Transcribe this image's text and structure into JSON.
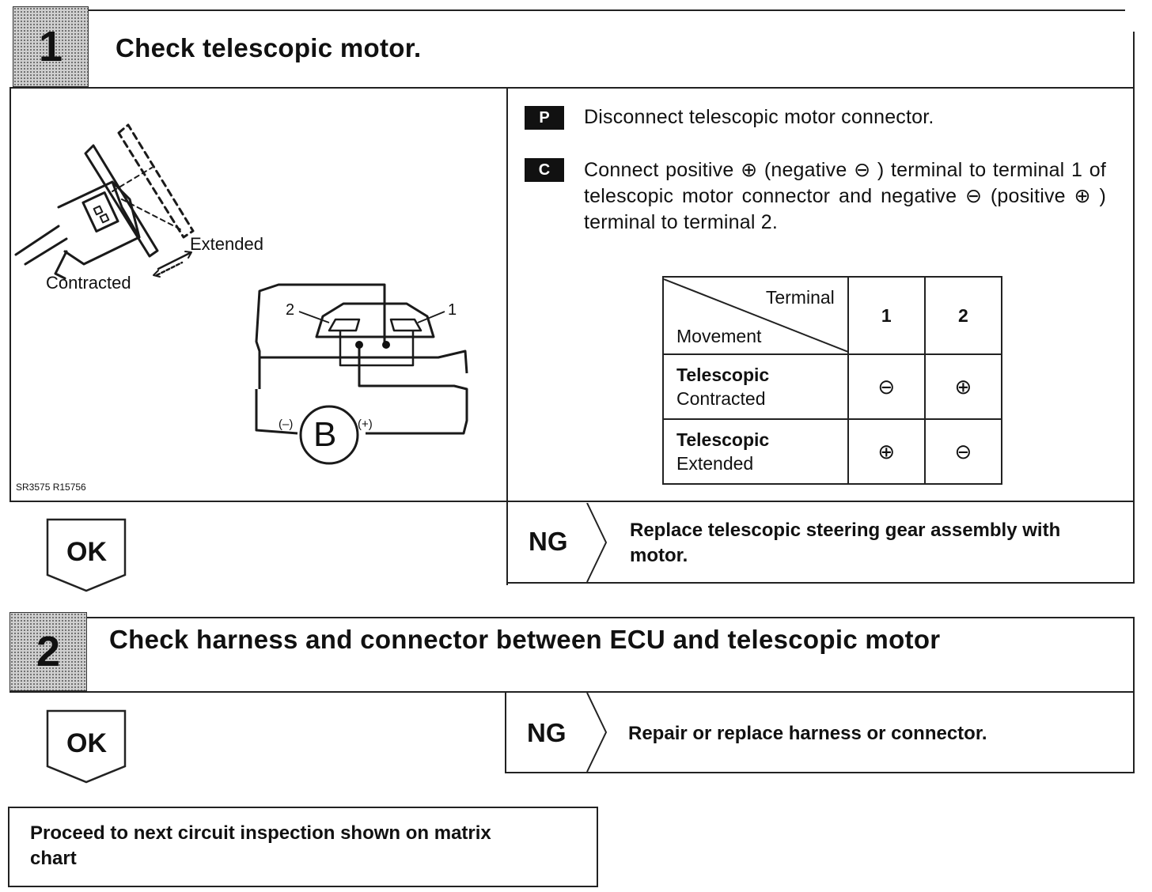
{
  "step1": {
    "number": "1",
    "title": "Check telescopic motor.",
    "figure": {
      "label_extended": "Extended",
      "label_contracted": "Contracted",
      "terminal_2": "2",
      "terminal_1": "1",
      "battery": "B",
      "minus_sign": "(–)",
      "plus_sign": "(+)",
      "figure_code": "SR3575 R15756"
    },
    "prep": {
      "tag": "P",
      "text": "Disconnect telescopic motor connector."
    },
    "check": {
      "tag": "C",
      "text": "Connect positive ⊕ (negative ⊖ ) terminal to terminal 1 of telescopic motor connector and negative ⊖ (positive ⊕ ) terminal to terminal 2."
    },
    "table": {
      "corner_top": "Terminal",
      "corner_bottom": "Movement",
      "columns": [
        "1",
        "2"
      ],
      "rows": [
        {
          "label_top": "Telescopic",
          "label_bottom": "Contracted",
          "cells": [
            "⊖",
            "⊕"
          ]
        },
        {
          "label_top": "Telescopic",
          "label_bottom": "Extended",
          "cells": [
            "⊕",
            "⊖"
          ]
        }
      ]
    },
    "ok_label": "OK",
    "ng_label": "NG",
    "ng_text": "Replace telescopic steering gear assembly with motor."
  },
  "step2": {
    "number": "2",
    "title": "Check harness and connector between ECU and telescopic motor",
    "ok_label": "OK",
    "ng_label": "NG",
    "ng_text": "Repair or replace harness or connector."
  },
  "final": {
    "text": "Proceed to next circuit inspection shown on matrix chart"
  }
}
